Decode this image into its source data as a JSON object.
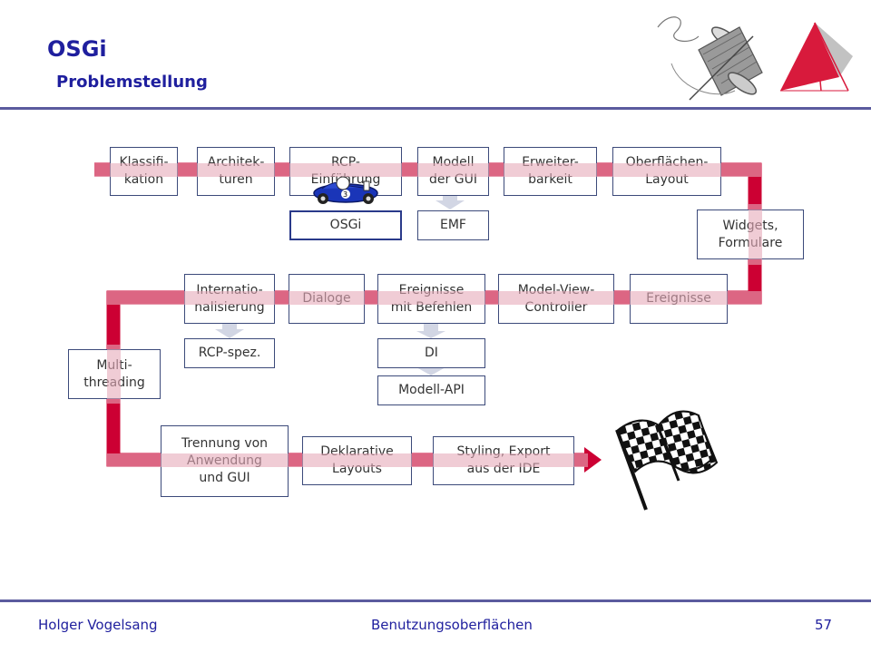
{
  "header": {
    "title": "OSGi",
    "subtitle": "Problemstellung"
  },
  "boxes": {
    "klassifikation": "Klassifi-\nkation",
    "architekturen": "Architek-\nturen",
    "rcp_einfuehrung": "RCP-\nEinführung",
    "modell_gui": "Modell\nder GUI",
    "erweiterbarkeit": "Erweiter-\nbarkeit",
    "oberflaechen_layout": "Oberflächen-\nLayout",
    "osgi": "OSGi",
    "emf": "EMF",
    "widgets": "Widgets,\nFormulare",
    "internationalisierung": "Internatio-\nnalisierung",
    "dialoge": "Dialoge",
    "ereignisse_befehle": "Ereignisse\nmit Befehlen",
    "mvc": "Model-View-\nController",
    "ereignisse": "Ereignisse",
    "rcp_spez": "RCP-spez.",
    "di": "DI",
    "modell_api": "Modell-API",
    "multithreading": "Multi-\nthreading",
    "trennung": "Trennung von\nAnwendung\nund GUI",
    "deklarative": "Deklarative\nLayouts",
    "styling": "Styling, Export\naus der IDE"
  },
  "footer": {
    "author": "Holger Vogelsang",
    "course": "Benutzungsoberflächen",
    "page": "57"
  },
  "colors": {
    "track": "#cc0033",
    "box_border": "#3c4a7a",
    "title": "#1f1f9e"
  },
  "icons": [
    "thread-spool-icon",
    "tent-logo-icon",
    "race-car-icon",
    "checkered-flag-icon"
  ]
}
